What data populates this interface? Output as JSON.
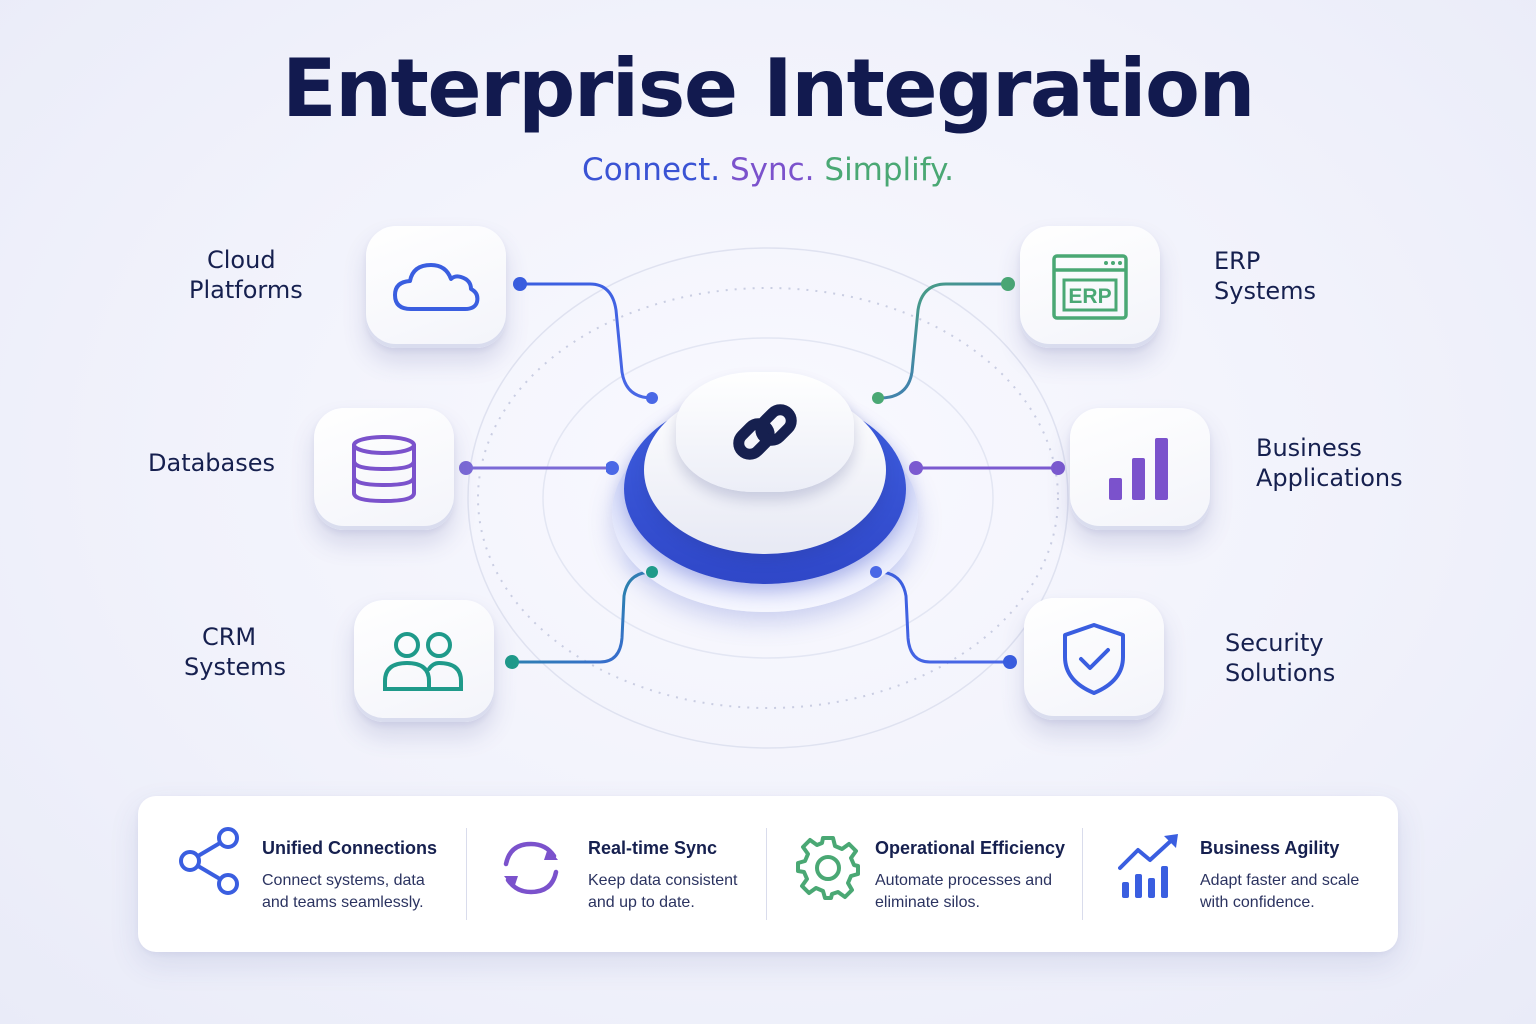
{
  "title": "Enterprise Integration",
  "subtitle": {
    "part1": "Connect.",
    "part2": "Sync.",
    "part3": "Simplify."
  },
  "colors": {
    "blue": "#3a53d4",
    "purple": "#7b52cc",
    "green": "#4aa874",
    "teal": "#1f9a8a",
    "navy": "#121a4f"
  },
  "hub": {
    "icon": "link-icon"
  },
  "nodes": {
    "cloud": {
      "line1": "Cloud",
      "line2": "Platforms",
      "icon": "cloud-icon"
    },
    "databases": {
      "line1": "Databases",
      "icon": "database-icon"
    },
    "crm": {
      "line1": "CRM",
      "line2": "Systems",
      "icon": "users-icon"
    },
    "erp": {
      "line1": "ERP",
      "line2": "Systems",
      "icon": "erp-window-icon",
      "badge": "ERP"
    },
    "business": {
      "line1": "Business",
      "line2": "Applications",
      "icon": "bar-chart-icon"
    },
    "security": {
      "line1": "Security",
      "line2": "Solutions",
      "icon": "shield-check-icon"
    }
  },
  "benefits": [
    {
      "title": "Unified Connections",
      "line1": "Connect systems, data",
      "line2": "and teams seamlessly.",
      "icon": "share-icon"
    },
    {
      "title": "Real-time Sync",
      "line1": "Keep data consistent",
      "line2": "and up to date.",
      "icon": "sync-icon"
    },
    {
      "title": "Operational Efficiency",
      "line1": "Automate processes and",
      "line2": "eliminate silos.",
      "icon": "gear-icon"
    },
    {
      "title": "Business Agility",
      "line1": "Adapt faster and scale",
      "line2": "with confidence.",
      "icon": "growth-chart-icon"
    }
  ]
}
